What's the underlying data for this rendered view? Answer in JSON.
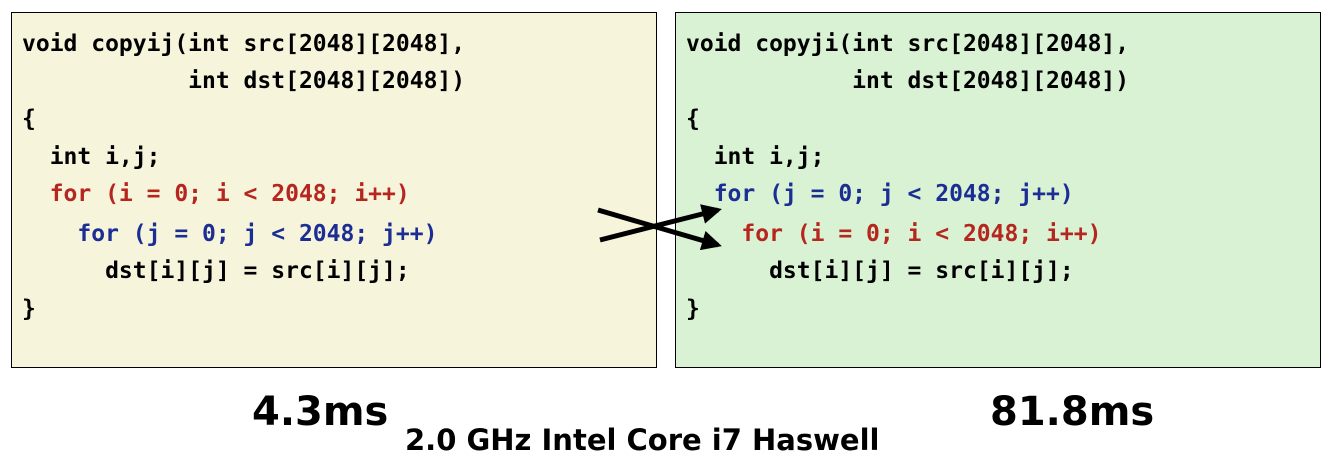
{
  "left_panel": {
    "lines": [
      "void copyij(int src[2048][2048],",
      "            int dst[2048][2048])",
      "{",
      "  int i,j;",
      "  for (i = 0; i < 2048; i++)",
      "    for (j = 0; j < 2048; j++)",
      "      dst[i][j] = src[i][j];",
      "}"
    ],
    "timing": "4.3ms"
  },
  "right_panel": {
    "lines": [
      "void copyji(int src[2048][2048],",
      "            int dst[2048][2048])",
      "{",
      "  int i,j;",
      "  for (j = 0; j < 2048; j++)",
      "    for (i = 0; i < 2048; i++)",
      "      dst[i][j] = src[i][j];",
      "}"
    ],
    "timing": "81.8ms"
  },
  "cpu_label": "2.0 GHz Intel Core i7 Haswell",
  "colors": {
    "left_bg": "#f7f4dc",
    "right_bg": "#d9f2d4",
    "i_loop": "#b5261e",
    "j_loop": "#1c2e94"
  }
}
